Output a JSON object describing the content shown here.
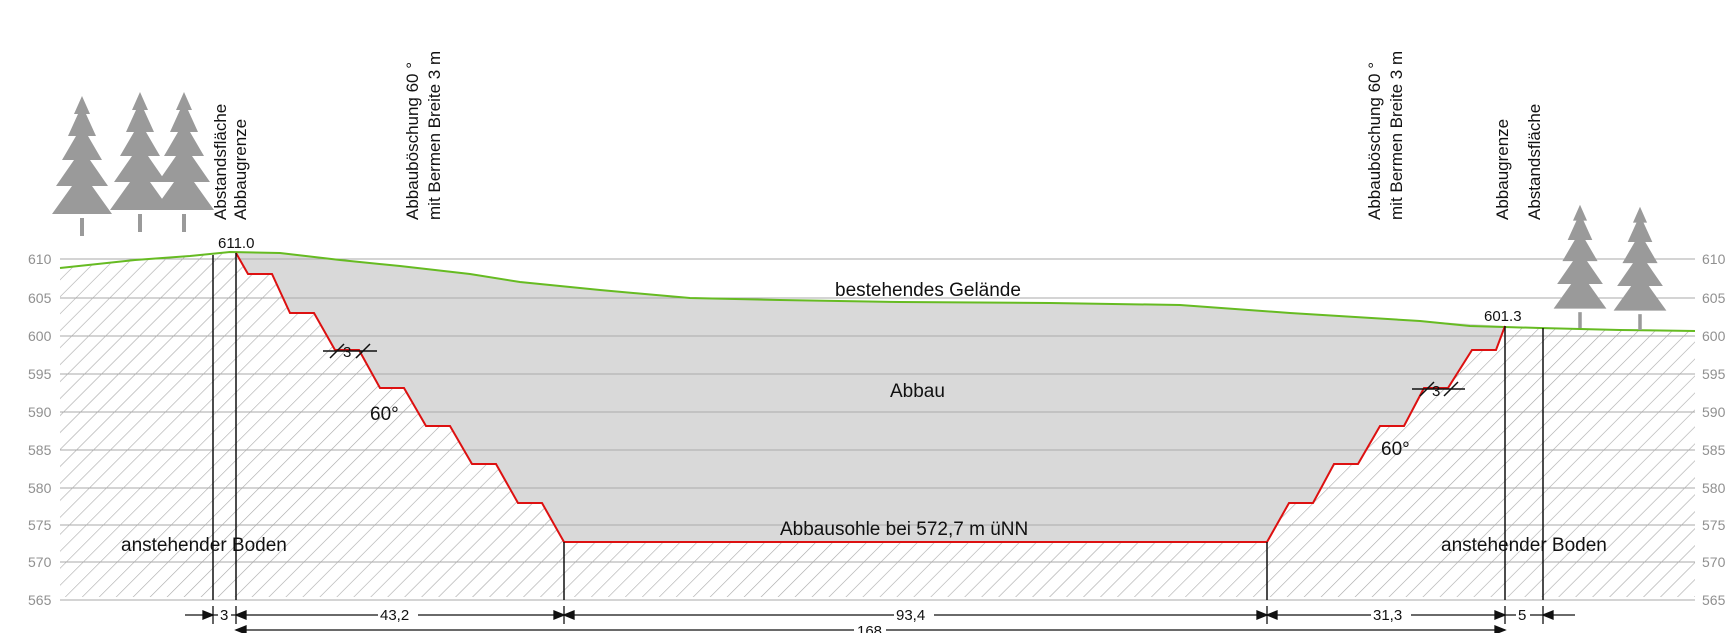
{
  "elevation_ticks": [
    "610",
    "605",
    "600",
    "595",
    "590",
    "585",
    "580",
    "575",
    "570",
    "565"
  ],
  "labels": {
    "left_vertical_1": "Abstandsfläche",
    "left_vertical_2": "Abbaugrenze",
    "left_slope_1": "Abbauböschung 60 °",
    "left_slope_2": "mit Bermen Breite 3 m",
    "right_slope_1": "Abbauböschung 60 °",
    "right_slope_2": "mit Bermen Breite 3 m",
    "right_vertical_1": "Abbaugrenze",
    "right_vertical_2": "Abstandsfläche",
    "terrain": "bestehendes Gelände",
    "excavation": "Abbau",
    "pit_floor": "Abbausohle bei 572,7 m üNN",
    "soil_left": "anstehender Boden",
    "soil_right": "anstehender Boden",
    "elevation_left": "611.0",
    "elevation_right": "601.3",
    "angle_left": "60°",
    "angle_right": "60°",
    "berm_left": "3",
    "berm_right": "3"
  },
  "dimensions": {
    "left_offset": "3",
    "left_slope": "43,2",
    "floor": "93,4",
    "right_slope": "31,3",
    "right_offset": "5",
    "total": "168"
  },
  "colors": {
    "terrain": "#66bb22",
    "excavation_edge": "#dd1111",
    "excavation_fill": "#d9d9d9",
    "grid": "#aaaaaa",
    "hatch": "#aaaaaa",
    "tree": "#9a9a9a"
  },
  "icons": [
    "conifer-tree-icon"
  ]
}
